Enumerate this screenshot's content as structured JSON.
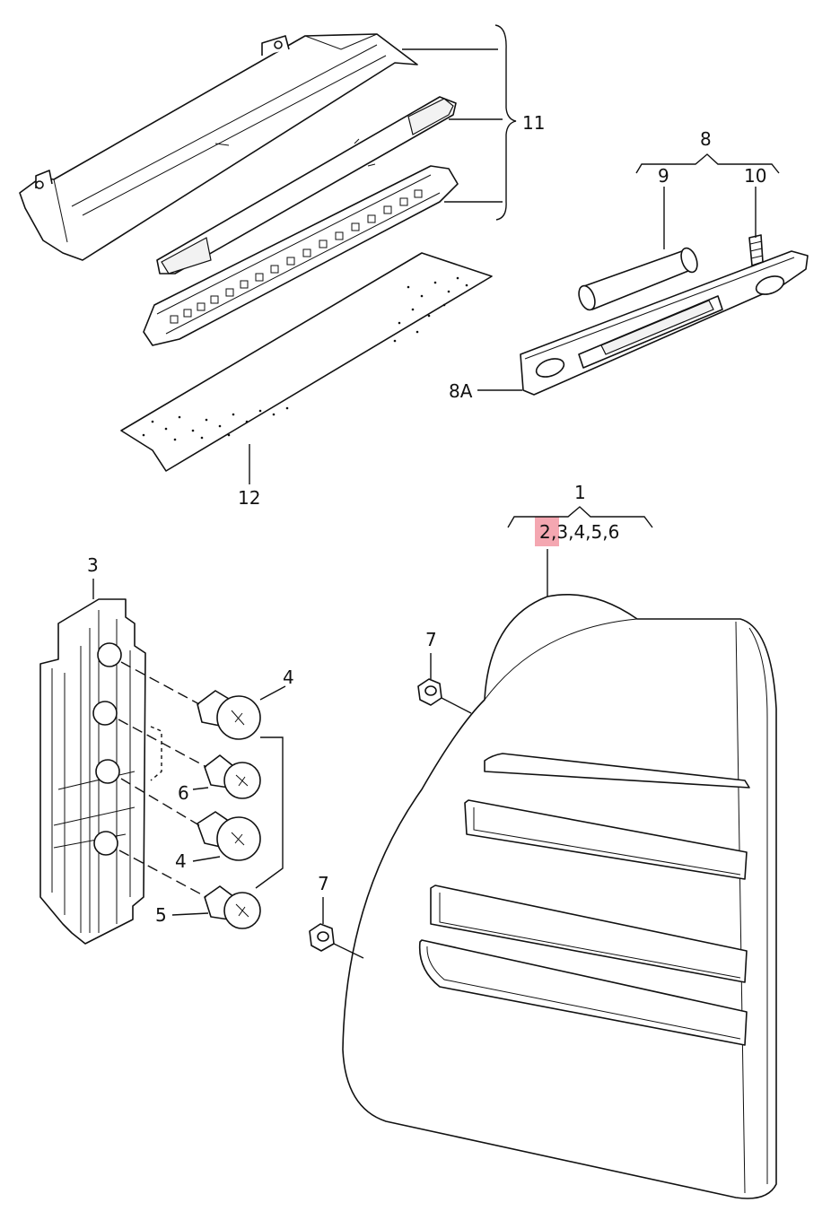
{
  "callouts": {
    "p1": "1",
    "p2": "2",
    "p3456": ",3,4,5,6",
    "p3": "3",
    "p4a": "4",
    "p4b": "4",
    "p5": "5",
    "p6": "6",
    "p7a": "7",
    "p7b": "7",
    "p8": "8",
    "p8a": "8A",
    "p9": "9",
    "p10": "10",
    "p11": "11",
    "p12": "12"
  },
  "highlight": {
    "color": "#f4a7b1",
    "part": "2"
  }
}
